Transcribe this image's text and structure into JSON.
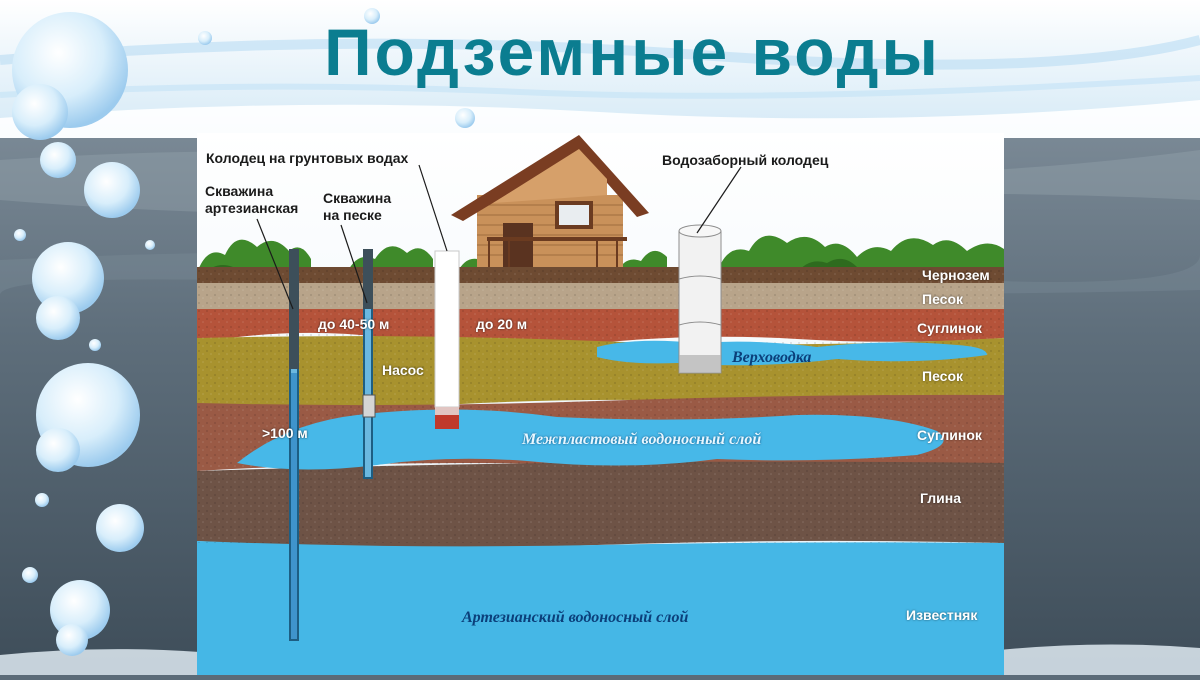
{
  "title": "Подземные воды",
  "labels": {
    "well_ground": "Колодец на грунтовых водах",
    "artesian_line1": "Скважина",
    "artesian_line2": "артезианская",
    "sand_well_line1": "Скважина",
    "sand_well_line2": "на песке",
    "intake_well": "Водозаборный колодец",
    "depth_sand": "до 40-50 м",
    "depth_ground": "до 20 м",
    "pump": "Насос",
    "depth_artesian": ">100 м",
    "perched": "Верховодка",
    "interstratal": "Межпластовый водоносный слой",
    "artesian_layer": "Артезианский водоносный слой"
  },
  "layers": [
    {
      "label": "Чернозем",
      "color": "#6e4b32"
    },
    {
      "label": "Песок",
      "color": "#b8a48a"
    },
    {
      "label": "Суглинок",
      "color": "#b5533a"
    },
    {
      "label": "Песок",
      "color": "#a8922e"
    },
    {
      "label": "Суглинок",
      "color": "#9a5a45"
    },
    {
      "label": "Глина",
      "color": "#6e5346"
    },
    {
      "label": "Известняк",
      "color": "#45b7e6"
    }
  ],
  "colors": {
    "title": "#0b7d90",
    "water": "#47b8e8",
    "sky": "#d6eaf7"
  },
  "icons": [
    "house-icon",
    "trees-icon",
    "bubble-icon"
  ]
}
